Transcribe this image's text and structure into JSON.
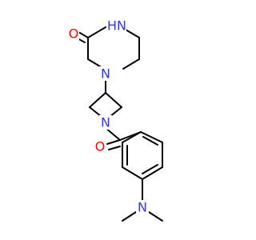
{
  "molecule": {
    "colors": {
      "bond": "#000000",
      "nitrogen": "#3333ff",
      "oxygen": "#ff0000",
      "background": "#ffffff"
    },
    "atoms": {
      "n_amide_nh": {
        "text": "HN",
        "element": "N"
      },
      "o_piperazinone": {
        "text": "O",
        "element": "O"
      },
      "n_piperazine": {
        "text": "N",
        "element": "N"
      },
      "n_azetidine": {
        "text": "N",
        "element": "N"
      },
      "o_carbonyl": {
        "text": "O",
        "element": "O"
      },
      "n_dimethylamino": {
        "text": "N",
        "element": "N"
      }
    }
  }
}
